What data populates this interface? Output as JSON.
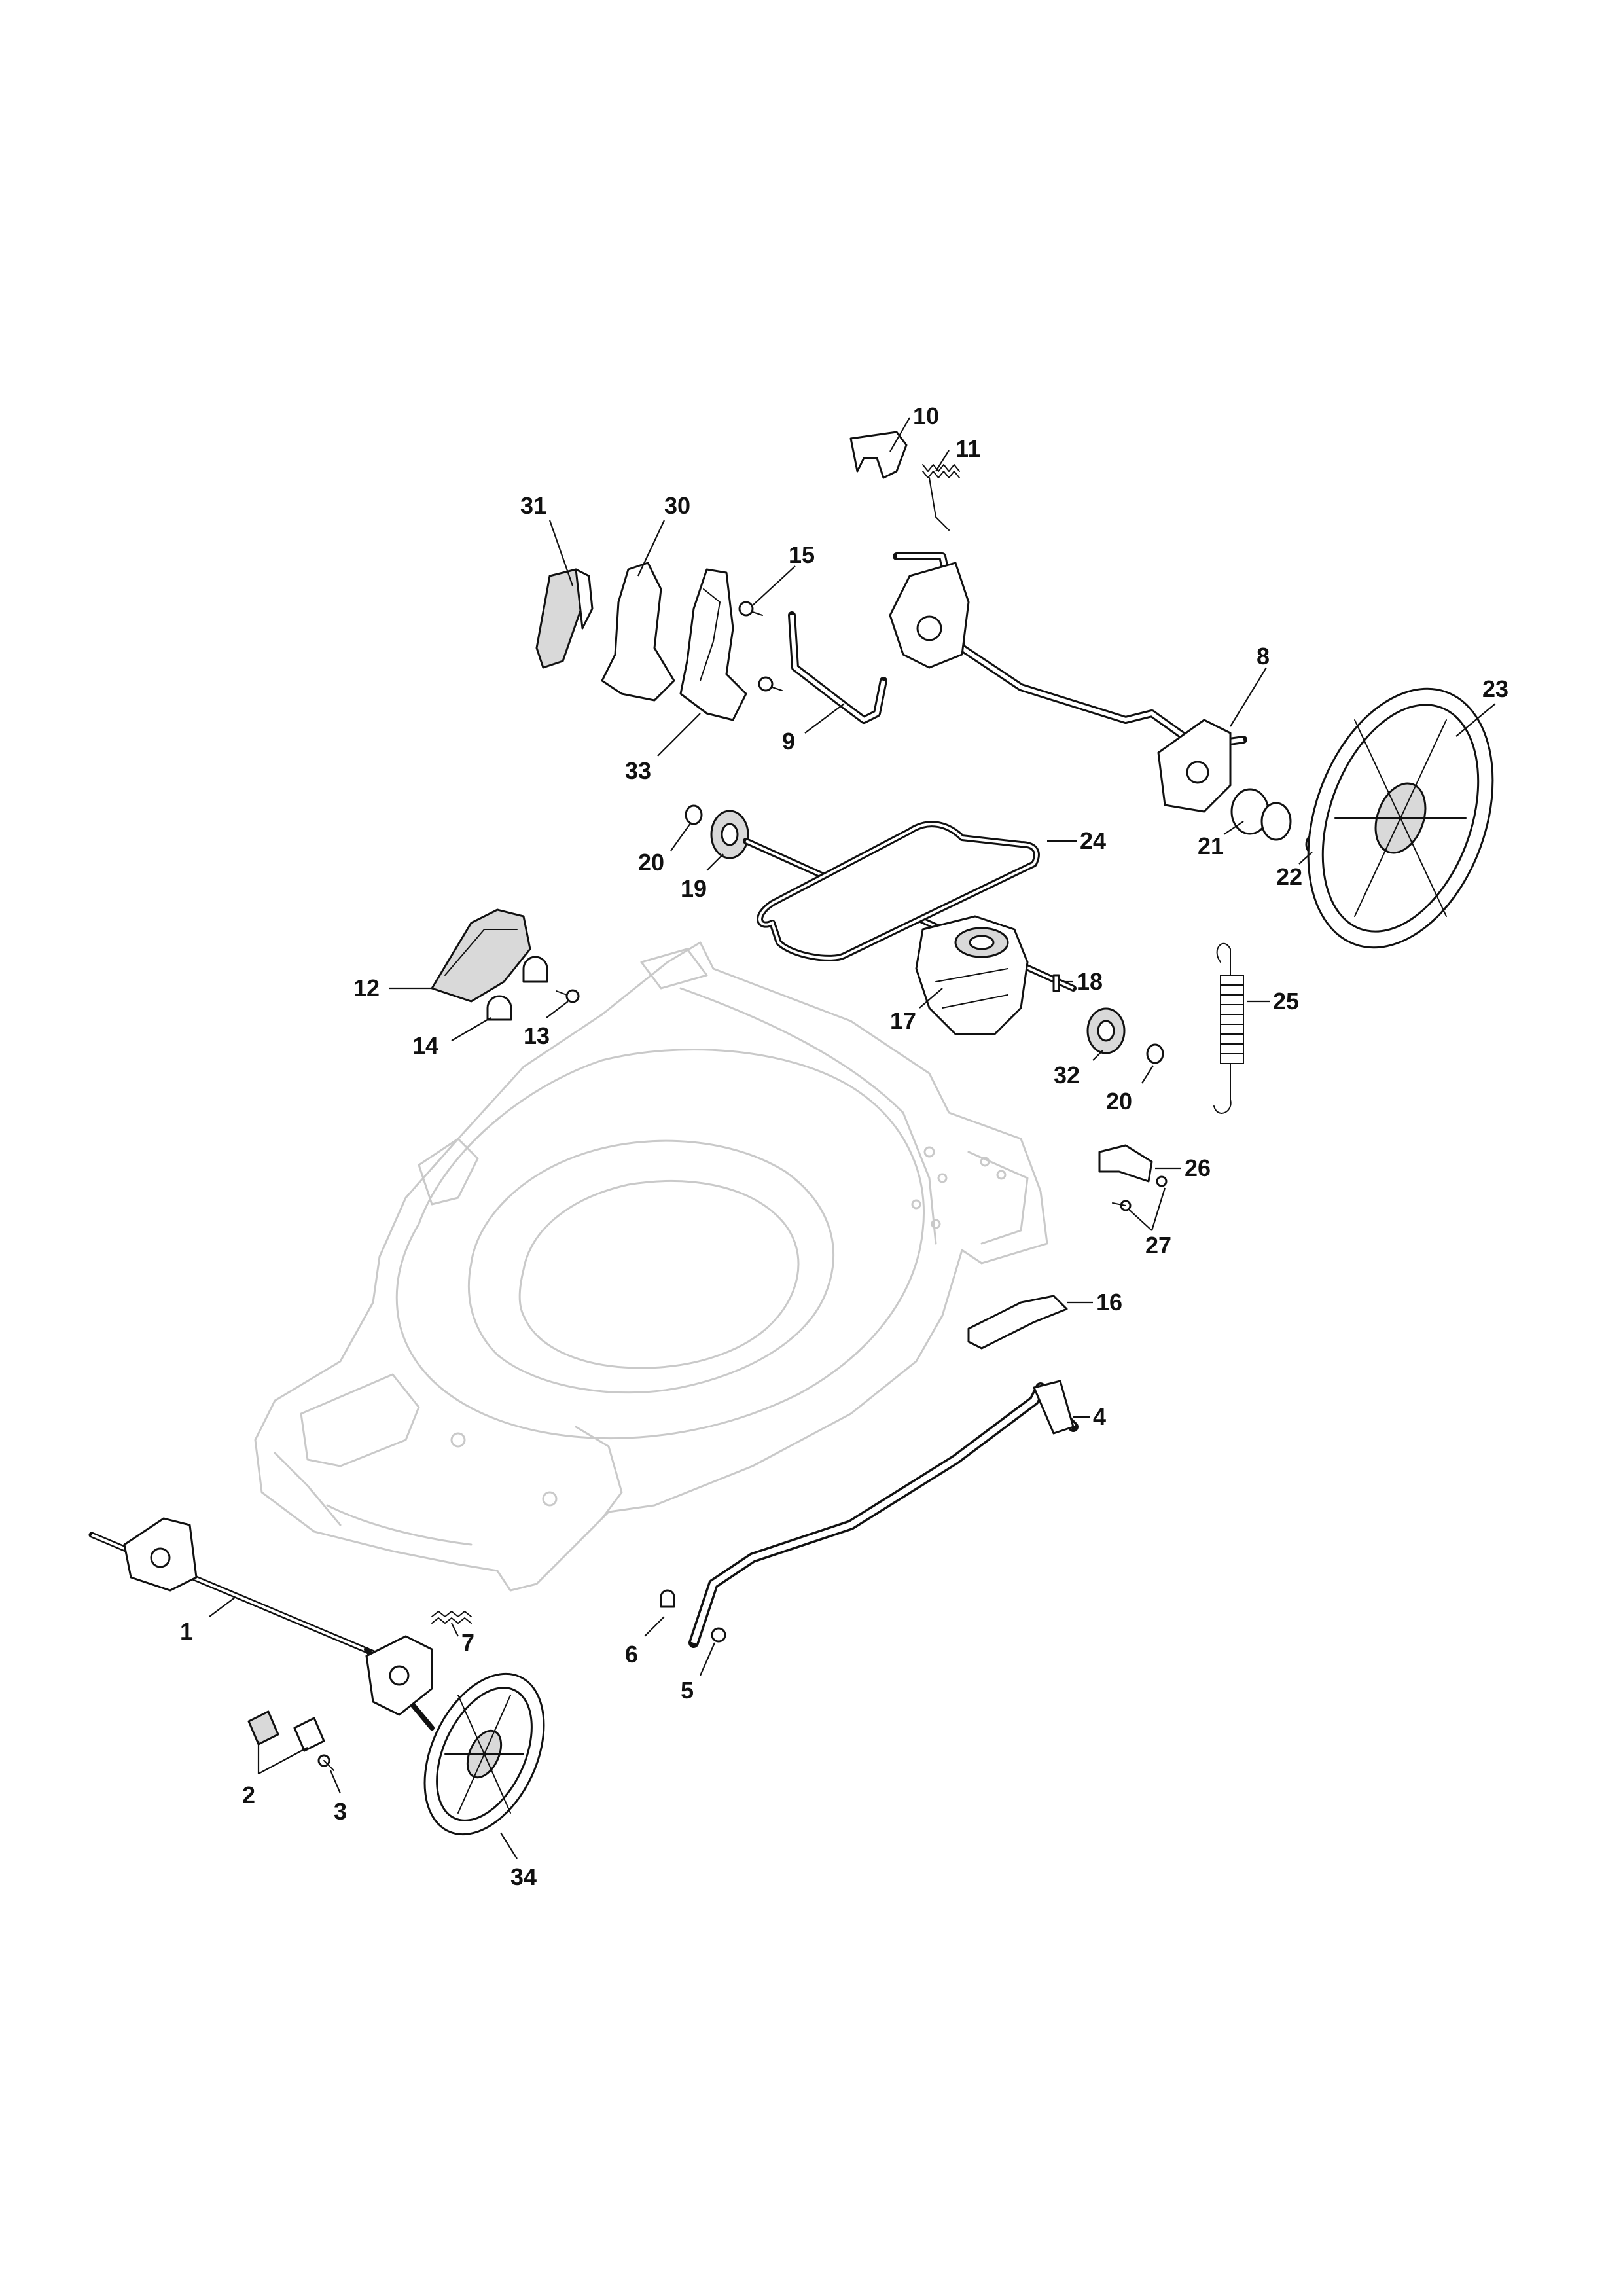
{
  "callouts": {
    "c1": "1",
    "c2": "2",
    "c3": "3",
    "c4": "4",
    "c5": "5",
    "c6": "6",
    "c7": "7",
    "c8": "8",
    "c9": "9",
    "c10": "10",
    "c11": "11",
    "c12": "12",
    "c13": "13",
    "c14": "14",
    "c15": "15",
    "c16": "16",
    "c17": "17",
    "c18": "18",
    "c19": "19",
    "c20a": "20",
    "c20b": "20",
    "c21": "21",
    "c22": "22",
    "c23": "23",
    "c24": "24",
    "c25": "25",
    "c26": "26",
    "c27": "27",
    "c30": "30",
    "c31": "31",
    "c32": "32",
    "c33": "33",
    "c34": "34"
  },
  "colors": {
    "ink": "#111111",
    "deck_outline": "#c9c9c9",
    "background": "#ffffff"
  }
}
